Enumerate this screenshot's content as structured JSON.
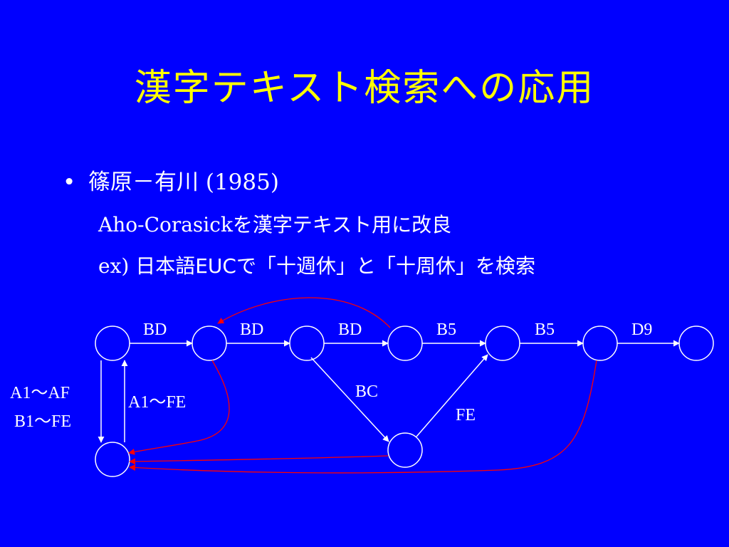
{
  "slide": {
    "title": "漢字テキスト検索への応用",
    "bullet": {
      "marker": "•",
      "name": "篠原－有川",
      "year": "(1985)"
    },
    "line1": {
      "algo": "Aho-Corasick",
      "rest": "を漢字テキスト用に改良"
    },
    "line2": {
      "prefix": "ex)",
      "text": "日本語EUCで「十週休」と「十周休」を検索"
    }
  },
  "diagram": {
    "colors": {
      "node_stroke": "#ffffff",
      "goto_edge": "#ffffff",
      "failure_edge": "#ff0000"
    },
    "edge_labels": {
      "e01": "BD",
      "e12": "BD",
      "e23": "BD",
      "e34": "B5",
      "e45": "B5",
      "e56": "D9",
      "e2_7": "BC",
      "e7_4": "FE",
      "loop_out": "A1～AF",
      "loop_out2": "B1～FE",
      "loop_back": "A1～FE"
    }
  }
}
